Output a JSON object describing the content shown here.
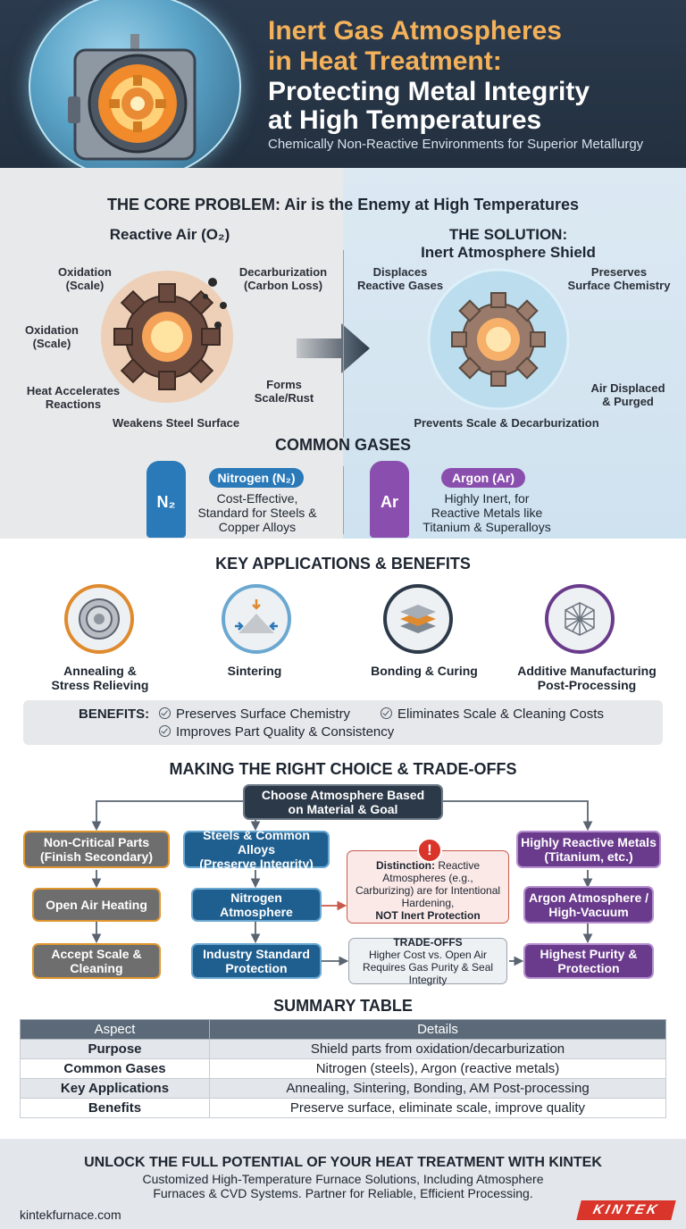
{
  "header": {
    "title_line1": "Inert Gas Atmospheres",
    "title_line2": "in Heat Treatment:",
    "title_line3": "Protecting Metal Integrity",
    "title_line4": "at High Temperatures",
    "subtitle": "Chemically Non-Reactive Environments for Superior Metallurgy"
  },
  "core_problem": {
    "title": "THE CORE PROBLEM: Air is the Enemy at High Temperatures",
    "left": {
      "title": "Reactive Air (O₂)",
      "annotations": {
        "oxidation_top": "Oxidation\n(Scale)",
        "decarb": "Decarburization\n(Carbon Loss)",
        "oxidation_mid": "Oxidation\n(Scale)",
        "forms_scale": "Forms\nScale/Rust",
        "heat_accel": "Heat Accelerates\nReactions",
        "weakens": "Weakens Steel Surface"
      }
    },
    "right": {
      "title_line1": "THE SOLUTION:",
      "title_line2": "Inert Atmosphere Shield",
      "annotations": {
        "displaces": "Displaces\nReactive Gases",
        "preserves": "Preserves\nSurface Chemistry",
        "air_displaced": "Air Displaced\n& Purged",
        "prevents": "Prevents Scale & Decarburization"
      }
    }
  },
  "common_gases": {
    "title": "COMMON GASES",
    "gases": [
      {
        "symbol": "N₂",
        "name": "Nitrogen (N₂)",
        "description": "Cost-Effective,\nStandard for Steels &\nCopper Alloys",
        "color": "#2a79b8"
      },
      {
        "symbol": "Ar",
        "name": "Argon (Ar)",
        "description": "Highly Inert, for\nReactive Metals like\nTitanium & Superalloys",
        "color": "#8a4fae"
      }
    ]
  },
  "applications": {
    "title": "KEY APPLICATIONS & BENEFITS",
    "items": [
      {
        "label": "Annealing &\nStress Relieving",
        "icon": "coil-icon",
        "color": "#e08a2e"
      },
      {
        "label": "Sintering",
        "icon": "powder-icon",
        "color": "#6aa7d1"
      },
      {
        "label": "Bonding & Curing",
        "icon": "layers-icon",
        "color": "#2c3948"
      },
      {
        "label": "Additive Manufacturing\nPost-Processing",
        "icon": "lattice-icon",
        "color": "#6a3b8c"
      }
    ],
    "benefits_label": "BENEFITS:",
    "benefits": [
      "Preserves Surface Chemistry",
      "Eliminates Scale & Cleaning Costs",
      "Improves Part Quality & Consistency"
    ]
  },
  "choice": {
    "title": "MAKING THE RIGHT CHOICE & TRADE-OFFS",
    "root": "Choose Atmosphere Based\non Material & Goal",
    "left_col": [
      "Non-Critical Parts\n(Finish Secondary)",
      "Open Air Heating",
      "Accept Scale &\nCleaning"
    ],
    "mid_col": [
      "Steels & Common Alloys\n(Preserve Integrity)",
      "Nitrogen Atmosphere",
      "Industry Standard\nProtection"
    ],
    "right_col": [
      "Highly Reactive Metals\n(Titanium, etc.)",
      "Argon Atmosphere /\nHigh-Vacuum",
      "Highest Purity &\nProtection"
    ],
    "warning_symbol": "!",
    "distinction_label": "Distinction:",
    "distinction_text": "Reactive Atmospheres (e.g., Carburizing) are for Intentional Hardening,",
    "distinction_not": "NOT Inert Protection",
    "tradeoffs_title": "TRADE-OFFS",
    "tradeoffs_text": "Higher Cost vs. Open Air\nRequires Gas Purity & Seal Integrity"
  },
  "summary_table": {
    "title": "SUMMARY TABLE",
    "headers": [
      "Aspect",
      "Details"
    ],
    "rows": [
      [
        "Purpose",
        "Shield parts from oxidation/decarburization"
      ],
      [
        "Common Gases",
        "Nitrogen (steels), Argon (reactive metals)"
      ],
      [
        "Key Applications",
        "Annealing, Sintering, Bonding, AM Post-processing"
      ],
      [
        "Benefits",
        "Preserve surface, eliminate scale, improve quality"
      ]
    ]
  },
  "footer": {
    "cta_title": "UNLOCK THE FULL POTENTIAL OF YOUR HEAT TREATMENT WITH KINTEK",
    "cta_text": "Customized High-Temperature Furnace Solutions, Including Atmosphere Furnaces & CVD Systems. Partner for Reliable, Efficient Processing.",
    "website": "kintekfurnace.com",
    "logo": "KINTEK"
  }
}
